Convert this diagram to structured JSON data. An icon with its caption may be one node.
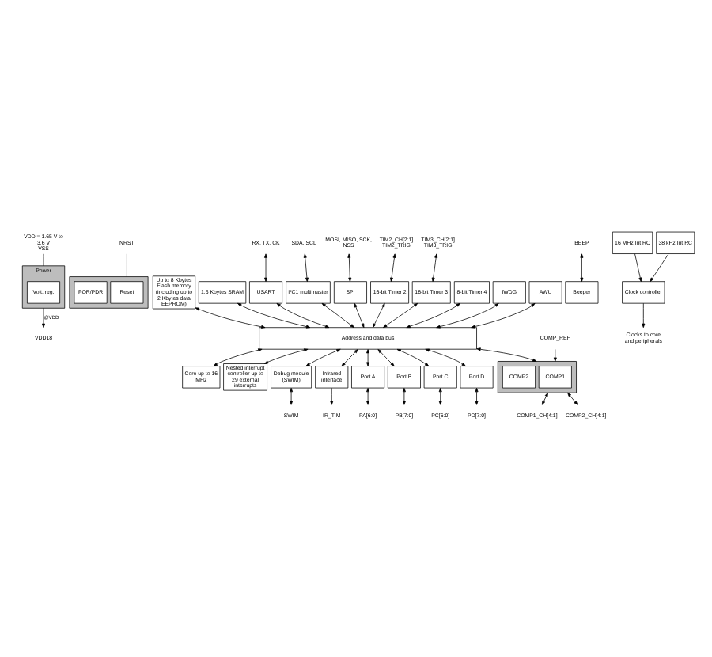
{
  "diagram": {
    "nodes": [
      {
        "text": [
          "Power"
        ]
      },
      {
        "text": [
          "Volt. reg."
        ],
        "in": 0
      },
      {
        "text": [],
        "shape": "box"
      },
      {
        "text": [
          "Reset"
        ],
        "in": 2
      },
      {
        "text": [
          "POR/PDR"
        ],
        "in": 2
      },
      {
        "text": [
          "Up to 8 Kbytes Flash memory (including up to 2 Kbytes data EEPROM)"
        ]
      },
      {
        "text": [
          "1.5 Kbytes SRAM"
        ]
      },
      {
        "text": [
          "USART"
        ]
      },
      {
        "text": [
          "I²C1 multimaster"
        ]
      },
      {
        "text": [
          "SPI"
        ]
      },
      {
        "text": [
          "16-bit Timer 2"
        ]
      },
      {
        "text": [
          "16-bit Timer 3"
        ]
      },
      {
        "text": [
          "8-bit Timer 4"
        ]
      },
      {
        "text": [
          "IWDG"
        ]
      },
      {
        "text": [
          "AWU"
        ]
      },
      {
        "text": [
          "Beeper"
        ]
      },
      {
        "text": [
          "Address and data bus"
        ]
      },
      {
        "text": [
          "Clock controller"
        ]
      },
      {
        "text": [
          "16 MHz Int RC"
        ]
      },
      {
        "text": [
          "38 kHz Int RC"
        ]
      },
      {
        "text": [
          "Clocks to core and peripherals"
        ]
      },
      {
        "text": [
          "Core up to 16 MHz"
        ]
      },
      {
        "text": [
          "Nested interrupt controller up to 29 external interrupts"
        ]
      },
      {
        "text": [
          "Debug module (SWIM)"
        ]
      },
      {
        "text": [
          "Infrared interface"
        ]
      },
      {
        "text": [
          "Port A"
        ]
      },
      {
        "text": [
          "Port B"
        ]
      },
      {
        "text": [
          "Port C"
        ]
      },
      {
        "text": [
          "Port D"
        ]
      },
      {
        "text": [],
        "shape": "box"
      },
      {
        "text": [
          "COMP1"
        ],
        "in": 29
      },
      {
        "text": [
          "COMP2"
        ],
        "in": 29
      },
      {
        "text": [
          "VDD = 1.65 V to 3.6 V",
          "VSS"
        ]
      },
      {
        "text": [
          "NRST"
        ]
      },
      {
        "text": [
          "VDD18"
        ]
      },
      {
        "text": [
          "RX, TX, CK"
        ]
      },
      {
        "text": [
          "SDA, SCL"
        ]
      },
      {
        "text": [
          "MOSI, MISO, SCK, NSS"
        ]
      },
      {
        "text": [
          "TIM2_CH[2:1] TIM2_TRIG"
        ]
      },
      {
        "text": [
          "TIM3_CH[2:1] TIM3_TRIG"
        ]
      },
      {
        "text": [
          "BEEP"
        ]
      },
      {
        "text": [
          "SWIM"
        ]
      },
      {
        "text": [
          "IR_TIM"
        ]
      },
      {
        "text": [
          "PA[6:0]"
        ]
      },
      {
        "text": [
          "PB[7:0]"
        ]
      },
      {
        "text": [
          "PC[6:0]"
        ]
      },
      {
        "text": [
          "PD[7:0]"
        ]
      },
      {
        "text": [
          "COMP1_CH[4:1]"
        ]
      },
      {
        "text": [
          "COMP_REF"
        ]
      },
      {
        "text": [
          "COMP2_CH[4:1]"
        ]
      }
    ],
    "edges": [
      {
        "from": 32,
        "to": 0,
        "arrow": "none"
      },
      {
        "from": 33,
        "to": 2,
        "arrow": "none"
      },
      {
        "from": 0,
        "to": 34,
        "arrow": "to",
        "label": "@VDD"
      },
      {
        "from": 35,
        "to": 7,
        "arrow": "both"
      },
      {
        "from": 36,
        "to": 8,
        "arrow": "both"
      },
      {
        "from": 37,
        "to": 9,
        "arrow": "both"
      },
      {
        "from": 38,
        "to": 10,
        "arrow": "both"
      },
      {
        "from": 39,
        "to": 11,
        "arrow": "both"
      },
      {
        "from": 40,
        "to": 15,
        "arrow": "both"
      },
      {
        "from": 5,
        "to": 16,
        "arrow": "both"
      },
      {
        "from": 6,
        "to": 16,
        "arrow": "both"
      },
      {
        "from": 7,
        "to": 16,
        "arrow": "both"
      },
      {
        "from": 8,
        "to": 16,
        "arrow": "both"
      },
      {
        "from": 9,
        "to": 16,
        "arrow": "both"
      },
      {
        "from": 10,
        "to": 16,
        "arrow": "both"
      },
      {
        "from": 11,
        "to": 16,
        "arrow": "both"
      },
      {
        "from": 12,
        "to": 16,
        "arrow": "both"
      },
      {
        "from": 13,
        "to": 16,
        "arrow": "both"
      },
      {
        "from": 14,
        "to": 16,
        "arrow": "both"
      },
      {
        "from": 18,
        "to": 17,
        "arrow": "to"
      },
      {
        "from": 19,
        "to": 17,
        "arrow": "to"
      },
      {
        "from": 17,
        "to": 20,
        "arrow": "to"
      },
      {
        "from": 16,
        "to": 21,
        "arrow": "both"
      },
      {
        "from": 16,
        "to": 22,
        "arrow": "both"
      },
      {
        "from": 16,
        "to": 23,
        "arrow": "both"
      },
      {
        "from": 16,
        "to": 24,
        "arrow": "both"
      },
      {
        "from": 16,
        "to": 25,
        "arrow": "both"
      },
      {
        "from": 16,
        "to": 26,
        "arrow": "both"
      },
      {
        "from": 16,
        "to": 27,
        "arrow": "both"
      },
      {
        "from": 16,
        "to": 28,
        "arrow": "both"
      },
      {
        "from": 16,
        "to": 29,
        "arrow": "both"
      },
      {
        "from": 23,
        "to": 41,
        "arrow": "both"
      },
      {
        "from": 24,
        "to": 42,
        "arrow": "to"
      },
      {
        "from": 25,
        "to": 43,
        "arrow": "both"
      },
      {
        "from": 26,
        "to": 44,
        "arrow": "both"
      },
      {
        "from": 27,
        "to": 45,
        "arrow": "both"
      },
      {
        "from": 28,
        "to": 46,
        "arrow": "both"
      },
      {
        "from": 29,
        "to": 47,
        "arrow": "both"
      },
      {
        "from": 48,
        "to": 29,
        "arrow": "to"
      },
      {
        "from": 29,
        "to": 49,
        "arrow": "both"
      }
    ]
  }
}
